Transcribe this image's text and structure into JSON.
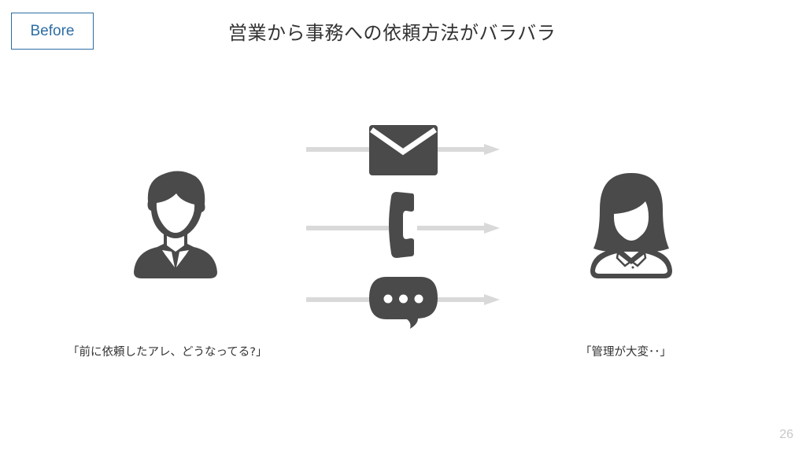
{
  "slide": {
    "badge": "Before",
    "title": "営業から事務への依頼方法がバラバラ",
    "page_number": "26"
  },
  "sales_person": {
    "icon": "businessman-icon",
    "quote": "「前に依頼したアレ、どうなってる?」"
  },
  "office_staff": {
    "icon": "businesswoman-icon",
    "quote": "「管理が大変･･」"
  },
  "channels": [
    "mail-icon",
    "phone-icon",
    "chat-bubble-icon"
  ],
  "colors": {
    "accent": "#2e6da4",
    "icon": "#4a4a4a",
    "arrow": "#d9d9d9"
  }
}
